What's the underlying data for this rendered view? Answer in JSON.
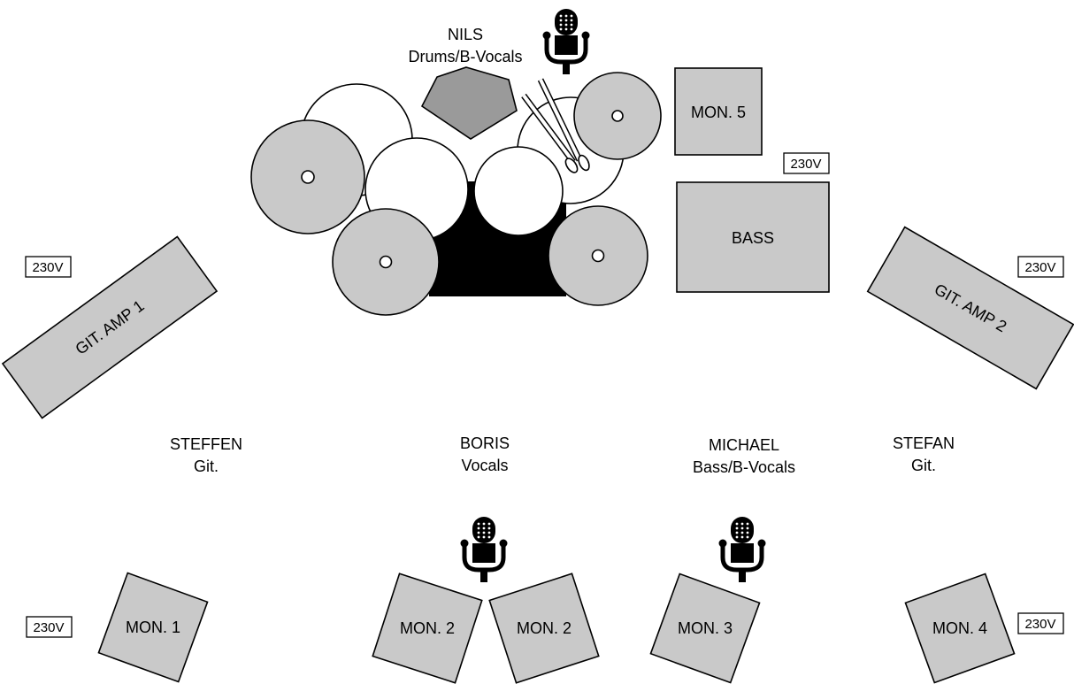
{
  "performers": {
    "nils": {
      "name": "NILS",
      "role": "Drums/B-Vocals"
    },
    "steffen": {
      "name": "STEFFEN",
      "role": "Git."
    },
    "boris": {
      "name": "BORIS",
      "role": "Vocals"
    },
    "michael": {
      "name": "MICHAEL",
      "role": "Bass/B-Vocals"
    },
    "stefan": {
      "name": "STEFAN",
      "role": "Git."
    }
  },
  "equipment": {
    "mon5": "MON. 5",
    "bass": "BASS",
    "git_amp_1": "GIT. AMP 1",
    "git_amp_2": "GIT. AMP 2",
    "mon1": "MON. 1",
    "mon2a": "MON. 2",
    "mon2b": "MON. 2",
    "mon3": "MON. 3",
    "mon4": "MON. 4"
  },
  "power": {
    "bass": "230V",
    "amp1": "230V",
    "amp2": "230V",
    "mon1": "230V",
    "mon4": "230V"
  },
  "colors": {
    "gear_fill": "#c9c9c9",
    "drum_throne": "#9a9a9a",
    "drum_riser": "#000000",
    "outline": "#000000"
  },
  "icons": {
    "microphone": "microphone-icon",
    "drumsticks": "drumsticks-icon"
  }
}
